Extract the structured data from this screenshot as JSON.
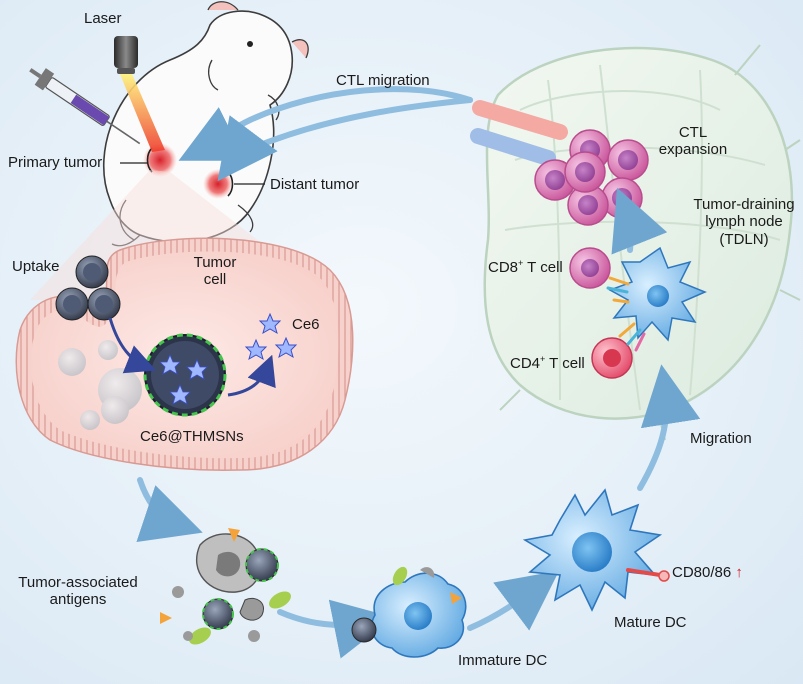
{
  "labels": {
    "laser": "Laser",
    "primary_tumor": "Primary tumor",
    "distant_tumor": "Distant tumor",
    "ctl_migration": "CTL migration",
    "ctl_expansion_1": "CTL",
    "ctl_expansion_2": "expansion",
    "tdln_1": "Tumor-draining",
    "tdln_2": "lymph node",
    "tdln_3": "(TDLN)",
    "uptake": "Uptake",
    "tumor_cell_1": "Tumor",
    "tumor_cell_2": "cell",
    "ce6": "Ce6",
    "ce6_thmsns": "Ce6@THMSNs",
    "cd8_main": "CD8",
    "cd8_sup": "+",
    "cd8_rest": " T cell",
    "cd4_main": "CD4",
    "cd4_sup": "+",
    "cd4_rest": " T cell",
    "migration": "Migration",
    "taa_1": "Tumor-associated",
    "taa_2": "antigens",
    "cd80_86": "CD80/86",
    "cd80_arrow": "↑",
    "mature_dc": "Mature DC",
    "immature_dc": "Immature DC"
  },
  "colors": {
    "arrow": "#6fa6cf",
    "arrow_dark": "#3d5bb0",
    "tumor_cell_fill": "#fbe0dc",
    "membrane": "#e9b4ae",
    "ctl": "#d76aa8",
    "dc": "#3f8fd6",
    "laser": "#f05a24",
    "up_arrow": "#d42020"
  }
}
